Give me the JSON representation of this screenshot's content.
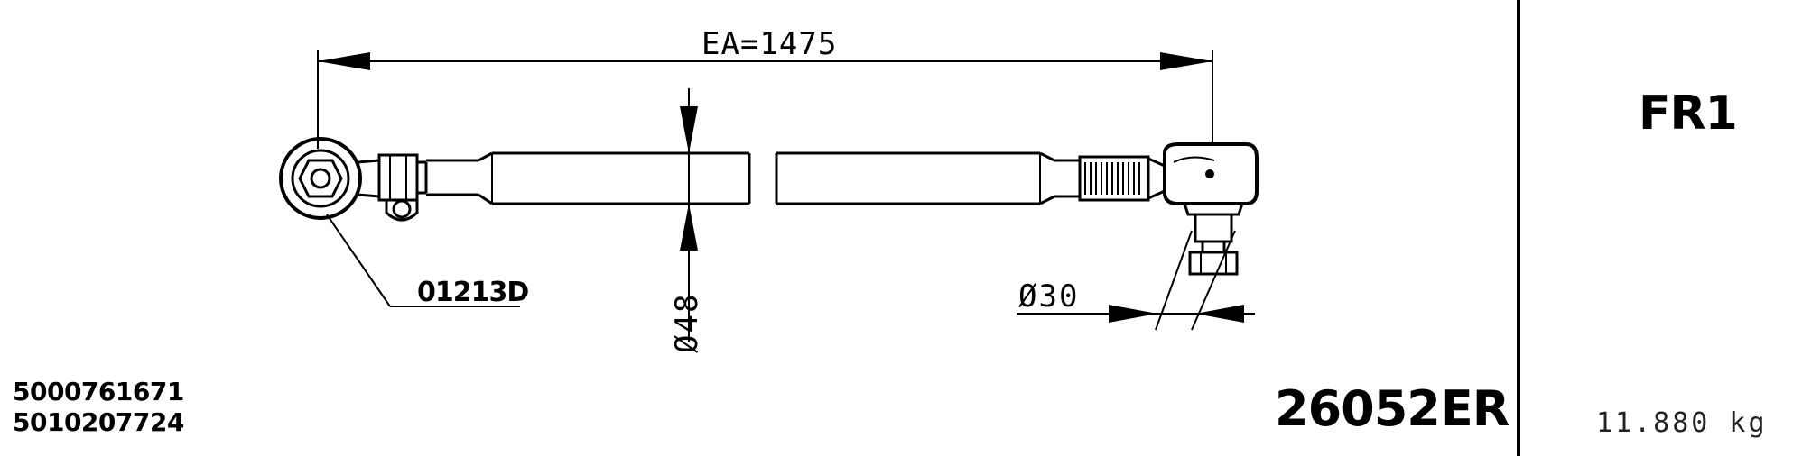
{
  "dims": {
    "length": "EA=1475",
    "shaft_diameter": "Ø48",
    "stud_diameter": "Ø30"
  },
  "callout": "01213D",
  "references": [
    "5000761671",
    "5010207724"
  ],
  "part_number": "26052ER",
  "code": "FR1",
  "weight": "11.880 kg"
}
